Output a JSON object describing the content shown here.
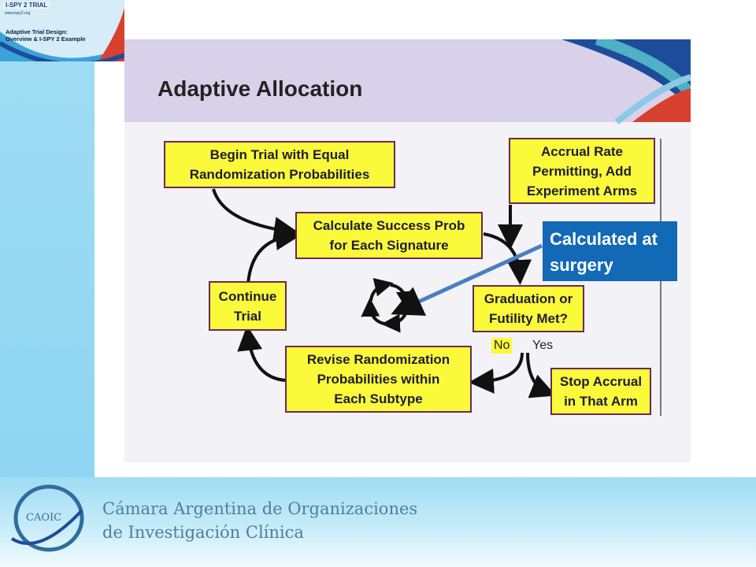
{
  "header": {
    "logo_text": "I-SPY 2 TRIAL",
    "url_text": "www.ispy2.org",
    "title_line1": "Adaptive Trial Design:",
    "title_line2": "Overview & I-SPY 2 Example"
  },
  "slide": {
    "title": "Adaptive Allocation"
  },
  "flowchart": {
    "begin_line1": "Begin Trial with Equal",
    "begin_line2": "Randomization Probabilities",
    "accrual_line1": "Accrual Rate",
    "accrual_line2": "Permitting, Add",
    "accrual_line3": "Experiment Arms",
    "calculate_line1": "Calculate Success Prob",
    "calculate_line2": "for Each Signature",
    "continue_line1": "Continue",
    "continue_line2": "Trial",
    "graduation_line1": "Graduation or",
    "graduation_line2": "Futility Met?",
    "no_label": "No",
    "yes_label": "Yes",
    "revise_line1": "Revise Randomization",
    "revise_line2": "Probabilities within",
    "revise_line3": "Each Subtype",
    "stop_line1": "Stop Accrual",
    "stop_line2": "in That Arm"
  },
  "callout": {
    "line1": "Calculated at",
    "line2": "surgery"
  },
  "footer": {
    "logo_text": "CAOIC",
    "org_line1": "Cámara Argentina de Organizaciones",
    "org_line2": "de Investigación Clínica"
  },
  "colors": {
    "box_fill": "#fbfa3a",
    "box_border": "#6a2a55",
    "callout_bg": "#1269b6",
    "slide_header": "#d9d1e9",
    "band_blue": "#9fdcf3"
  }
}
